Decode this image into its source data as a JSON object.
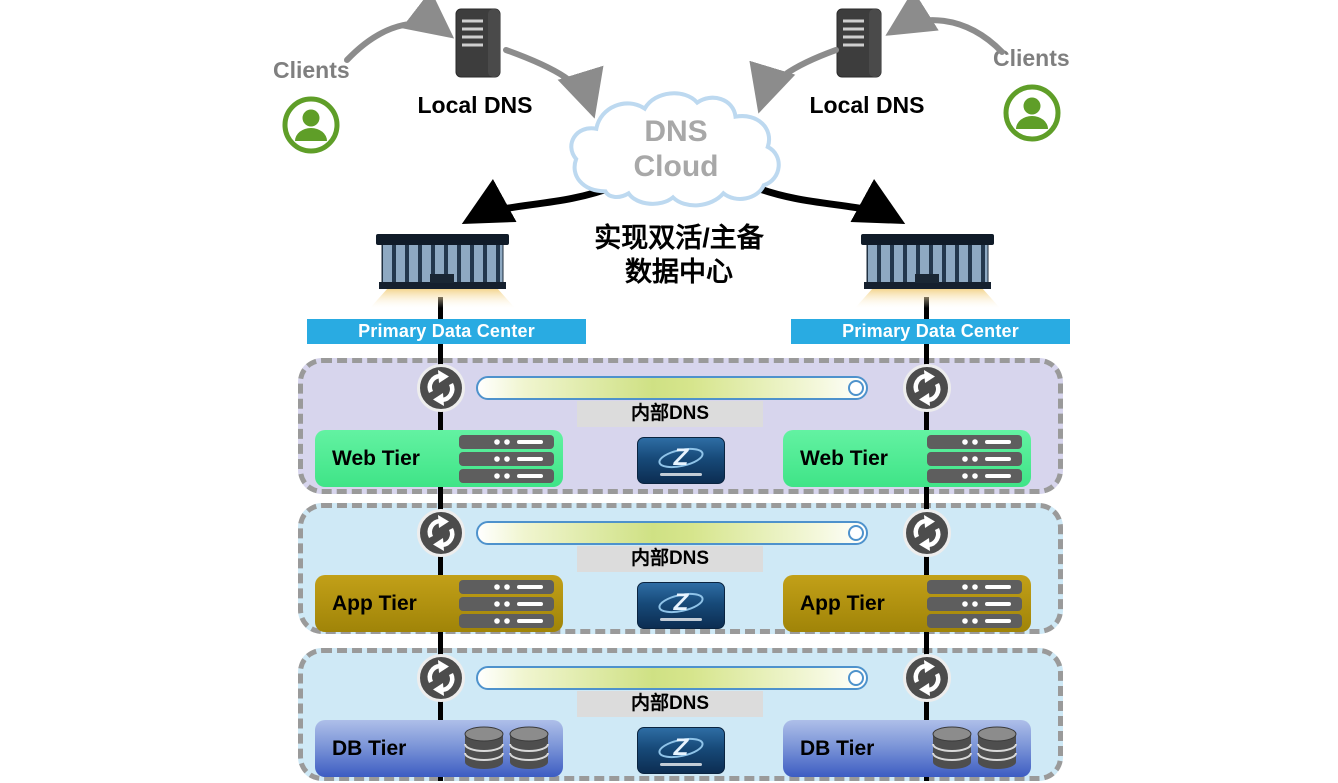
{
  "top": {
    "clients_left_label": "Clients",
    "clients_right_label": "Clients",
    "local_dns_left_label": "Local DNS",
    "local_dns_right_label": "Local DNS",
    "cloud_title_line1": "DNS",
    "cloud_title_line2": "Cloud",
    "caption_line1": "实现双活/主备",
    "caption_line2": "数据中心"
  },
  "datacenters": {
    "left_banner": "Primary Data Center",
    "right_banner": "Primary Data Center"
  },
  "tiers": [
    {
      "id": "web",
      "internal_dns_label": "内部DNS",
      "left_box_label": "Web Tier",
      "right_box_label": "Web Tier"
    },
    {
      "id": "app",
      "internal_dns_label": "内部DNS",
      "left_box_label": "App Tier",
      "right_box_label": "App Tier"
    },
    {
      "id": "db",
      "internal_dns_label": "内部DNS",
      "left_box_label": "DB Tier",
      "right_box_label": "DB Tier"
    }
  ],
  "appliance": {
    "logo_letter": "Z"
  },
  "colors": {
    "banner_bg": "#29abe2",
    "tier_web_box": "#4deb93",
    "tier_app_box": "#b3920d",
    "tier_db_box_top": "#aebfe9",
    "tier_db_box_bottom": "#3c5cc2",
    "tier1_bg": "#d7d5ed",
    "tier23_bg": "#cfe9f6",
    "clients_text": "#7f7f7f",
    "cloud_text": "#a8a8a8",
    "arrow_gray": "#8c8c8c",
    "arrow_black": "#000000"
  }
}
